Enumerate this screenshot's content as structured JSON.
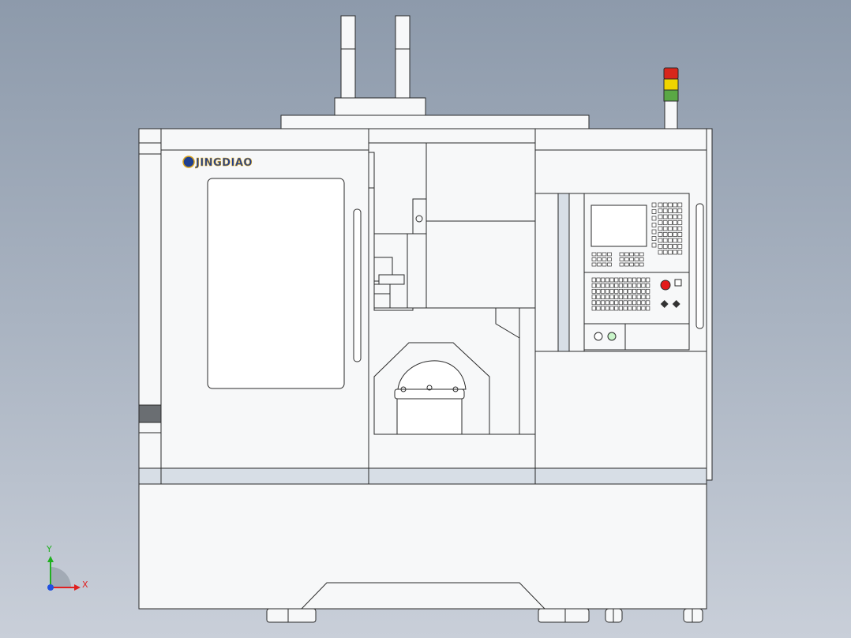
{
  "brand": {
    "logo_text": "JINGDIAO"
  },
  "triad": {
    "x_label": "X",
    "y_label": "Y"
  },
  "colors": {
    "background_top": "#8d9aab",
    "background_bottom": "#c9cfd9",
    "panel": "#f7f8f9",
    "trim": "#d7dee6",
    "logo_blue": "#1f3f8f",
    "logo_gold": "#d8a21a",
    "stack_red": "#d8261b",
    "stack_yellow": "#f0d400",
    "stack_green": "#5aa845",
    "emergency_stop": "#e21a1a",
    "axis_x": "#e02020",
    "axis_y": "#20b020",
    "axis_z": "#2050e0"
  },
  "icons": {
    "axis_triad": "xyz-triad-icon",
    "signal_tower": "signal-tower-icon",
    "emergency_stop": "emergency-stop-icon"
  }
}
